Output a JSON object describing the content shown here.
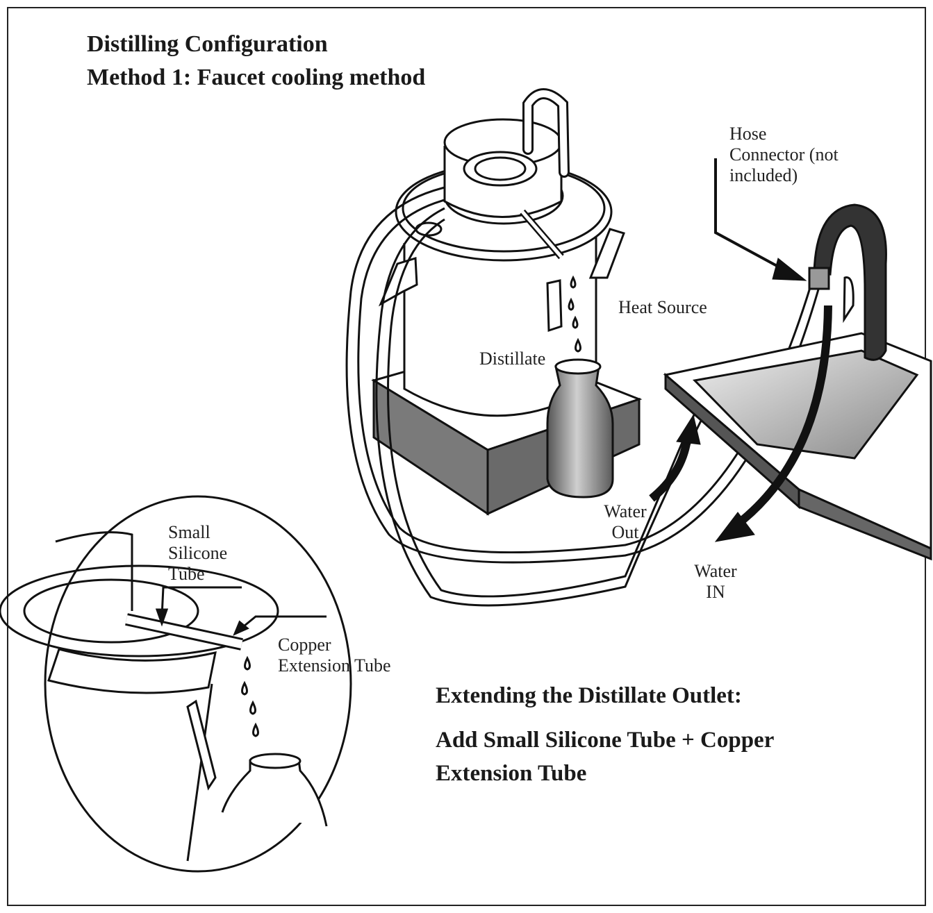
{
  "header": {
    "title": "Distilling Configuration",
    "subtitle": "Method 1: Faucet cooling method"
  },
  "labels": {
    "hose_connector": [
      "Hose",
      "Connector (not",
      "included)"
    ],
    "heat_source": "Heat Source",
    "distillate": "Distillate",
    "water_out": [
      "Water",
      "Out"
    ],
    "water_in": [
      "Water",
      "IN"
    ],
    "small_silicone_tube": [
      "Small",
      "Silicone",
      "Tube"
    ],
    "copper_extension_tube": [
      "Copper",
      "Extension Tube"
    ]
  },
  "caption": {
    "heading": "Extending the Distillate Outlet:",
    "body": "Add Small Silicone Tube + Copper Extension Tube"
  }
}
